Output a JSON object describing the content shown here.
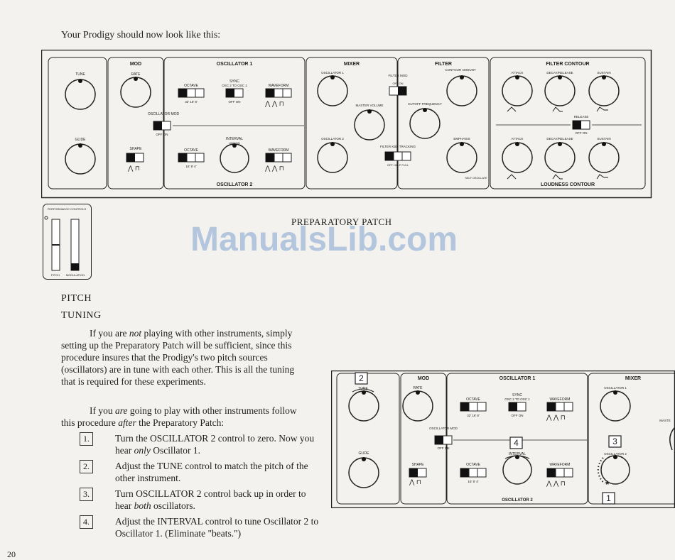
{
  "intro_text": "Your Prodigy should now look like this:",
  "panel": {
    "sections": {
      "mod": "MOD",
      "osc1": "OSCILLATOR 1",
      "mixer": "MIXER",
      "filter": "FILTER",
      "filter_contour": "FILTER CONTOUR",
      "osc2": "OSCILLATOR 2",
      "loudness_contour": "LOUDNESS CONTOUR"
    },
    "labels": {
      "tune": "TUNE",
      "glide": "GLIDE",
      "rate": "RATE",
      "shape": "SHAPE",
      "osc_mod": "OSCILLATOR MOD",
      "off_on": "OFF  ON",
      "octave": "OCTAVE",
      "oct_vals1": "32'  16'  8'",
      "oct_vals2": "16'  8'  4'",
      "sync": "SYNC",
      "sync_sub": "OSC 2 TO OSC 1",
      "waveform": "WAVEFORM",
      "interval": "INTERVAL",
      "unison": "UNISON",
      "mixer_osc1": "OSCILLATOR 1",
      "mixer_osc2": "OSCILLATOR 2",
      "master_volume": "MASTER VOLUME",
      "filter_mod": "FILTER MOD",
      "filter_kbd": "FILTER KBD TRACKING",
      "off_half_full": "OFF  HALF  FULL",
      "contour_amount": "CONTOUR AMOUNT",
      "cutoff": "CUTOFF FREQUENCY",
      "emphasis": "EMPHASIS",
      "self_osc": "SELF OSCILLATE",
      "attack": "ATTACK",
      "decay_release": "DECAY/RELEASE",
      "sustain": "SUSTAIN",
      "release": "RELEASE"
    }
  },
  "perf": {
    "title": "PERFORMANCE CONTROLS",
    "pitch": "PITCH",
    "modulation": "MODULATION"
  },
  "watermark": "ManualsLib.com",
  "caption": "PREPARATORY PATCH",
  "heading_pitch": "PITCH",
  "heading_tuning": "TUNING",
  "para1": {
    "a": "If you are ",
    "em": "not",
    "b": " playing with other instruments, simply setting up the Preparatory Patch will be sufficient, since this procedure insures that the Prodigy's two pitch sources (oscillators) are in tune with each other. This is all the tuning that is required for these experiments."
  },
  "para2": {
    "a": "If you ",
    "em1": "are",
    "b": " going to play with other instruments follow this procedure ",
    "em2": "after",
    "c": " the Preparatory Patch:"
  },
  "steps": [
    {
      "num": "1.",
      "a": "Turn the OSCILLATOR 2 control to zero. Now you hear ",
      "em": "only",
      "b": " Oscillator 1."
    },
    {
      "num": "2.",
      "a": "Adjust the TUNE control to match the pitch of the other instrument.",
      "em": "",
      "b": ""
    },
    {
      "num": "3.",
      "a": "Turn OSCILLATOR 2 control back up in order to hear ",
      "em": "both",
      "b": " oscillators."
    },
    {
      "num": "4.",
      "a": "Adjust the INTERVAL control to tune Oscillator 2 to Oscillator 1. (Eliminate \"beats.\")",
      "em": "",
      "b": ""
    }
  ],
  "detail_panel": {
    "mod": "MOD",
    "osc1": "OSCILLATOR 1",
    "mixer": "MIXER",
    "osc2": "OSCILLATOR 2",
    "tune": "TUNE",
    "glide": "GLIDE",
    "rate": "RATE",
    "shape": "SHAPE",
    "osc_mod": "OSCILLATOR MOD",
    "off_on": "OFF ON",
    "octave": "OCTAVE",
    "oct_vals1": "32'  16'  8'",
    "oct_vals2": "16'  8'  4'",
    "sync": "SYNC",
    "sync_sub": "OSC 2 TO OSC 1",
    "waveform": "WAVEFORM",
    "interval": "INTERVAL",
    "mixer_osc1": "OSCILLATOR 1",
    "mixer_osc2": "OSCILLATOR 2",
    "master": "MASTE",
    "callouts": [
      "2",
      "4",
      "3",
      "1"
    ]
  },
  "page_number": "20"
}
